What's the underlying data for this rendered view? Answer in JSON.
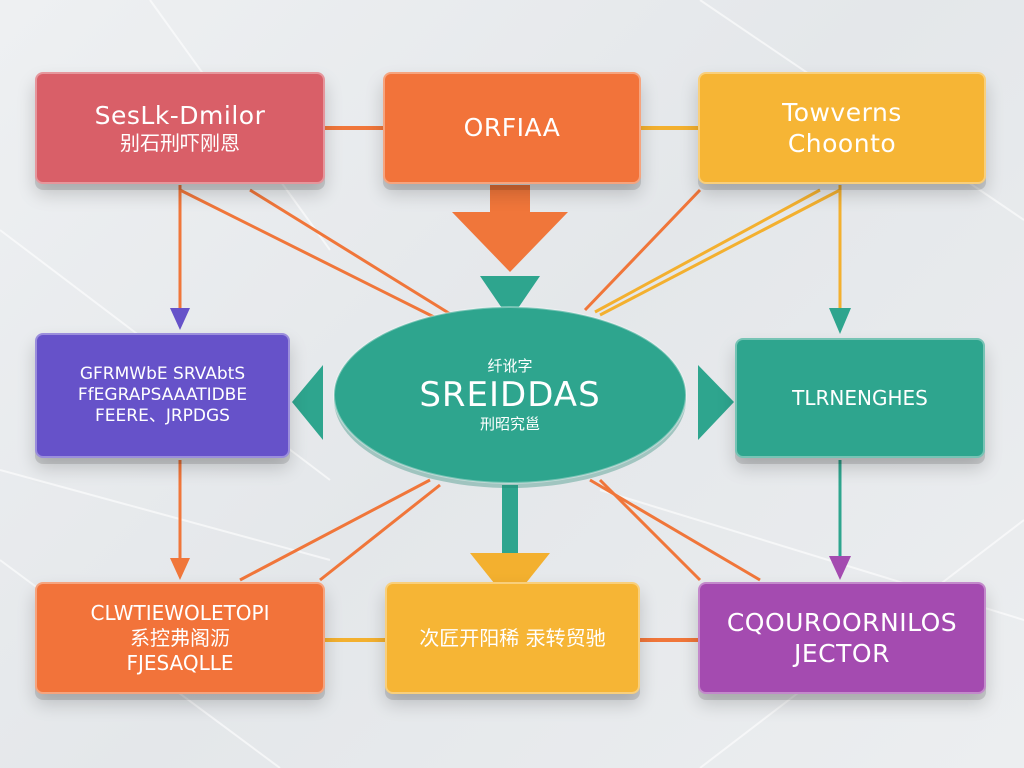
{
  "colors": {
    "red": "#d95f68",
    "orange": "#f2733a",
    "yellow": "#f6b535",
    "purple": "#6652c9",
    "teal": "#2ea58e",
    "magenta": "#a44bb0",
    "line_orange": "#f0763a",
    "line_yellow": "#f3b02f"
  },
  "nodes": {
    "top_left": {
      "line1": "SesLk-Dmilor",
      "line2": "别石刑吓刚恩"
    },
    "top_center": {
      "line1": "ORFIAA"
    },
    "top_right": {
      "line1": "Towverns",
      "line2": "Choonto"
    },
    "mid_left": {
      "line1": "GFRMWbE  SRVAbtS",
      "line2": "FfEGRAPSAAATIDBE",
      "line3": "FEERE、JRPDGS"
    },
    "center": {
      "line1": "纤讹字",
      "line2": "SREIDDAS",
      "line3": "刑昭究邕"
    },
    "mid_right": {
      "line1": "TLRNENGHES"
    },
    "bottom_left": {
      "line1": "CLWTIEWOLETOPI",
      "line2": "系控弗阁沥",
      "line3": "FJESAQLLE"
    },
    "bottom_center": {
      "line1": "次匠开阳稀  汞转贸驰"
    },
    "bottom_right": {
      "line1": "CQOUROORNILOS",
      "line2": "JECTOR"
    }
  }
}
